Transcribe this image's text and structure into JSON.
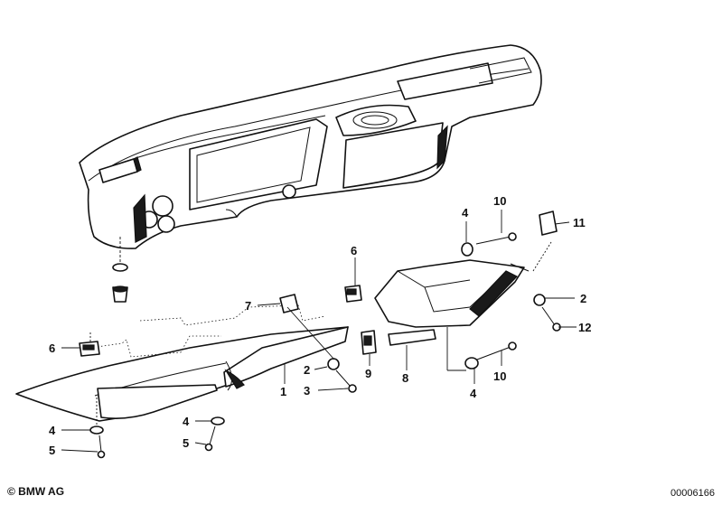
{
  "footer": {
    "brand": "© BMW AG",
    "diagram_number": "00006166"
  },
  "callouts": [
    {
      "id": "c1",
      "label": "1"
    },
    {
      "id": "c2a",
      "label": "2"
    },
    {
      "id": "c2b",
      "label": "2"
    },
    {
      "id": "c3",
      "label": "3"
    },
    {
      "id": "c4a",
      "label": "4"
    },
    {
      "id": "c4b",
      "label": "4"
    },
    {
      "id": "c4c",
      "label": "4"
    },
    {
      "id": "c4d",
      "label": "4"
    },
    {
      "id": "c5a",
      "label": "5"
    },
    {
      "id": "c5b",
      "label": "5"
    },
    {
      "id": "c6a",
      "label": "6"
    },
    {
      "id": "c6b",
      "label": "6"
    },
    {
      "id": "c7",
      "label": "7"
    },
    {
      "id": "c8",
      "label": "8"
    },
    {
      "id": "c9",
      "label": "9"
    },
    {
      "id": "c10a",
      "label": "10"
    },
    {
      "id": "c10b",
      "label": "10"
    },
    {
      "id": "c11",
      "label": "11"
    },
    {
      "id": "c12",
      "label": "12"
    }
  ]
}
